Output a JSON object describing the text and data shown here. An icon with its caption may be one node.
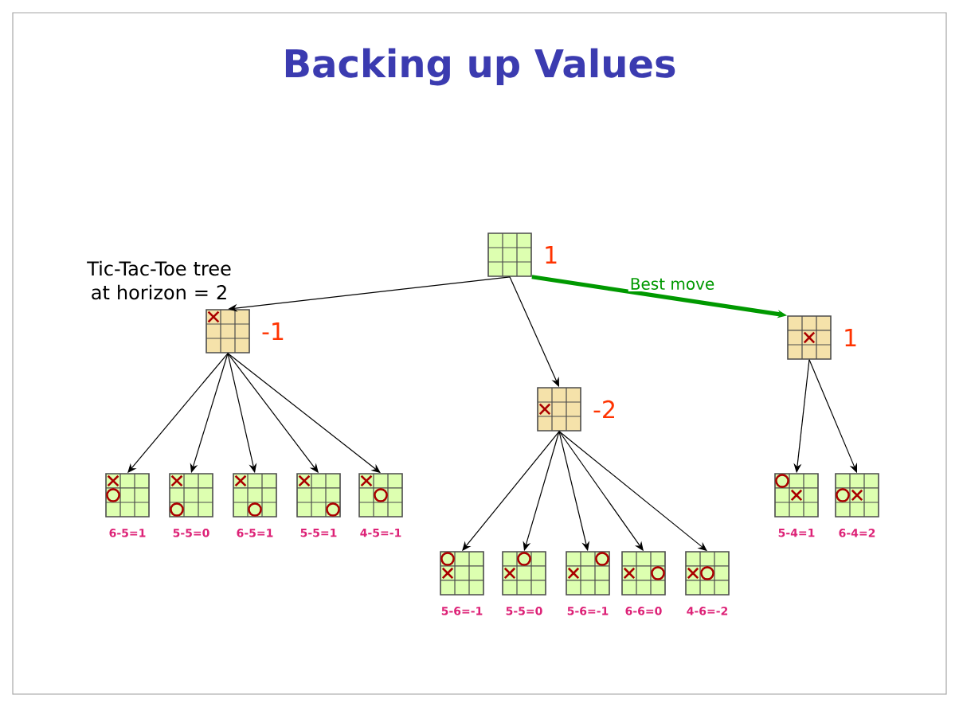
{
  "diagram": {
    "title": "Backing up Values",
    "nodes": [
      {
        "text": [],
        "shape": "grid",
        "beside": [
          "1"
        ]
      },
      {
        "text": [],
        "shape": "grid",
        "beside": [
          "-1"
        ]
      },
      {
        "text": [],
        "shape": "grid",
        "beside": [
          "-2"
        ]
      },
      {
        "text": [],
        "shape": "grid",
        "beside": [
          "1"
        ]
      },
      {
        "text": [],
        "shape": "grid",
        "beside": [
          "6-5=1"
        ]
      },
      {
        "text": [],
        "shape": "grid",
        "beside": [
          "5-5=0"
        ]
      },
      {
        "text": [],
        "shape": "grid",
        "beside": [
          "6-5=1"
        ]
      },
      {
        "text": [],
        "shape": "grid",
        "beside": [
          "5-5=1"
        ]
      },
      {
        "text": [],
        "shape": "grid",
        "beside": [
          "4-5=-1"
        ]
      },
      {
        "text": [],
        "shape": "grid",
        "beside": [
          "5-6=-1"
        ]
      },
      {
        "text": [],
        "shape": "grid",
        "beside": [
          "5-5=0"
        ]
      },
      {
        "text": [],
        "shape": "grid",
        "beside": [
          "5-6=-1"
        ]
      },
      {
        "text": [],
        "shape": "grid",
        "beside": [
          "6-6=0"
        ]
      },
      {
        "text": [],
        "shape": "grid",
        "beside": [
          "4-6=-2"
        ]
      },
      {
        "text": [],
        "shape": "grid",
        "beside": [
          "5-4=1"
        ]
      },
      {
        "text": [],
        "shape": "grid",
        "beside": [
          "6-4=2"
        ]
      }
    ],
    "edges": [
      {
        "from": 0,
        "to": 1,
        "arrow": "to"
      },
      {
        "from": 0,
        "to": 2,
        "arrow": "to"
      },
      {
        "from": 0,
        "to": 3,
        "arrow": "to",
        "label": "Best move",
        "style": "thick",
        "color": "#009900"
      },
      {
        "from": 1,
        "to": 4,
        "arrow": "to"
      },
      {
        "from": 1,
        "to": 5,
        "arrow": "to"
      },
      {
        "from": 1,
        "to": 6,
        "arrow": "to"
      },
      {
        "from": 1,
        "to": 7,
        "arrow": "to"
      },
      {
        "from": 1,
        "to": 8,
        "arrow": "to"
      },
      {
        "from": 2,
        "to": 9,
        "arrow": "to"
      },
      {
        "from": 2,
        "to": 10,
        "arrow": "to"
      },
      {
        "from": 2,
        "to": 11,
        "arrow": "to"
      },
      {
        "from": 2,
        "to": 12,
        "arrow": "to"
      },
      {
        "from": 2,
        "to": 13,
        "arrow": "to"
      },
      {
        "from": 3,
        "to": 14,
        "arrow": "to"
      },
      {
        "from": 3,
        "to": 15,
        "arrow": "to"
      }
    ],
    "labels": [
      "Tic-Tac-Toe tree at horizon = 2"
    ]
  }
}
